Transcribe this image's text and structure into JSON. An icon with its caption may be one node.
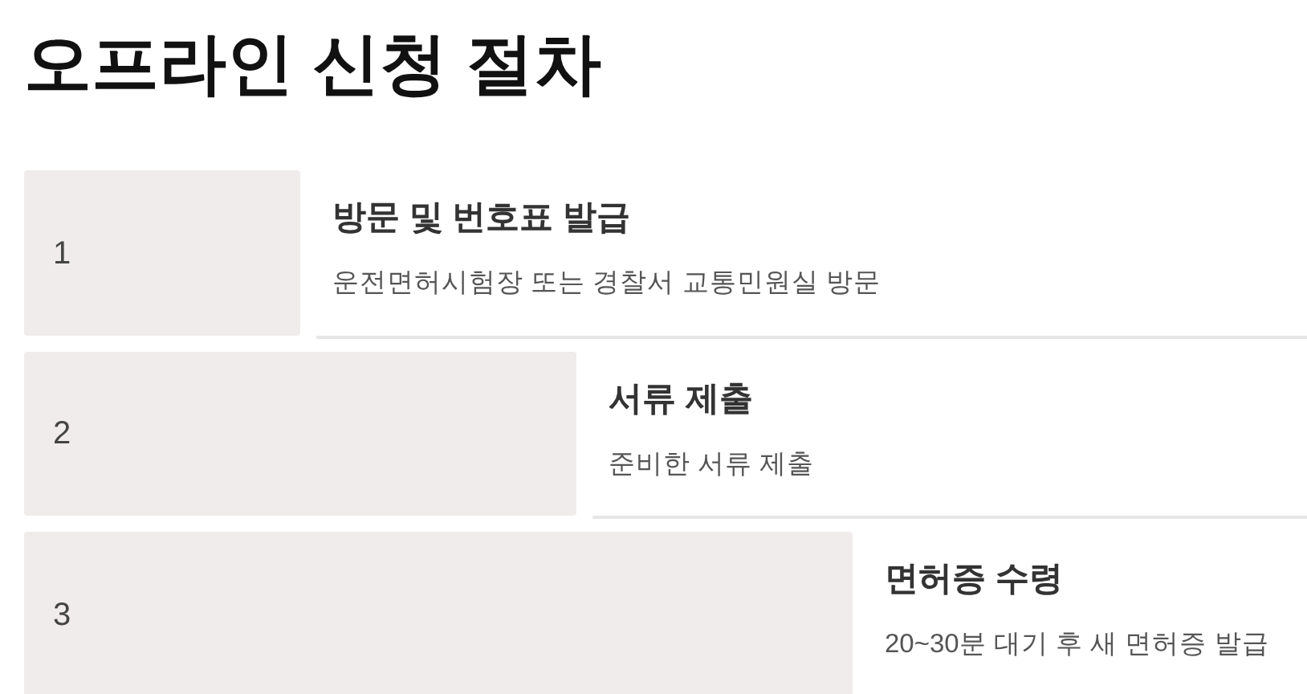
{
  "diagram": {
    "title": "오프라인 신청 절차",
    "nodes": [
      {
        "text": [
          "1"
        ]
      },
      {
        "text": [
          "방문 및 번호표 발급",
          "운전면허시험장 또는 경찰서 교통민원실 방문"
        ]
      },
      {
        "text": [
          "2"
        ]
      },
      {
        "text": [
          "서류 제출",
          "준비한 서류 제출"
        ]
      },
      {
        "text": [
          "3"
        ]
      },
      {
        "text": [
          "면허증 수령",
          "20~30분 대기 후 새 면허증 발급"
        ]
      }
    ]
  }
}
